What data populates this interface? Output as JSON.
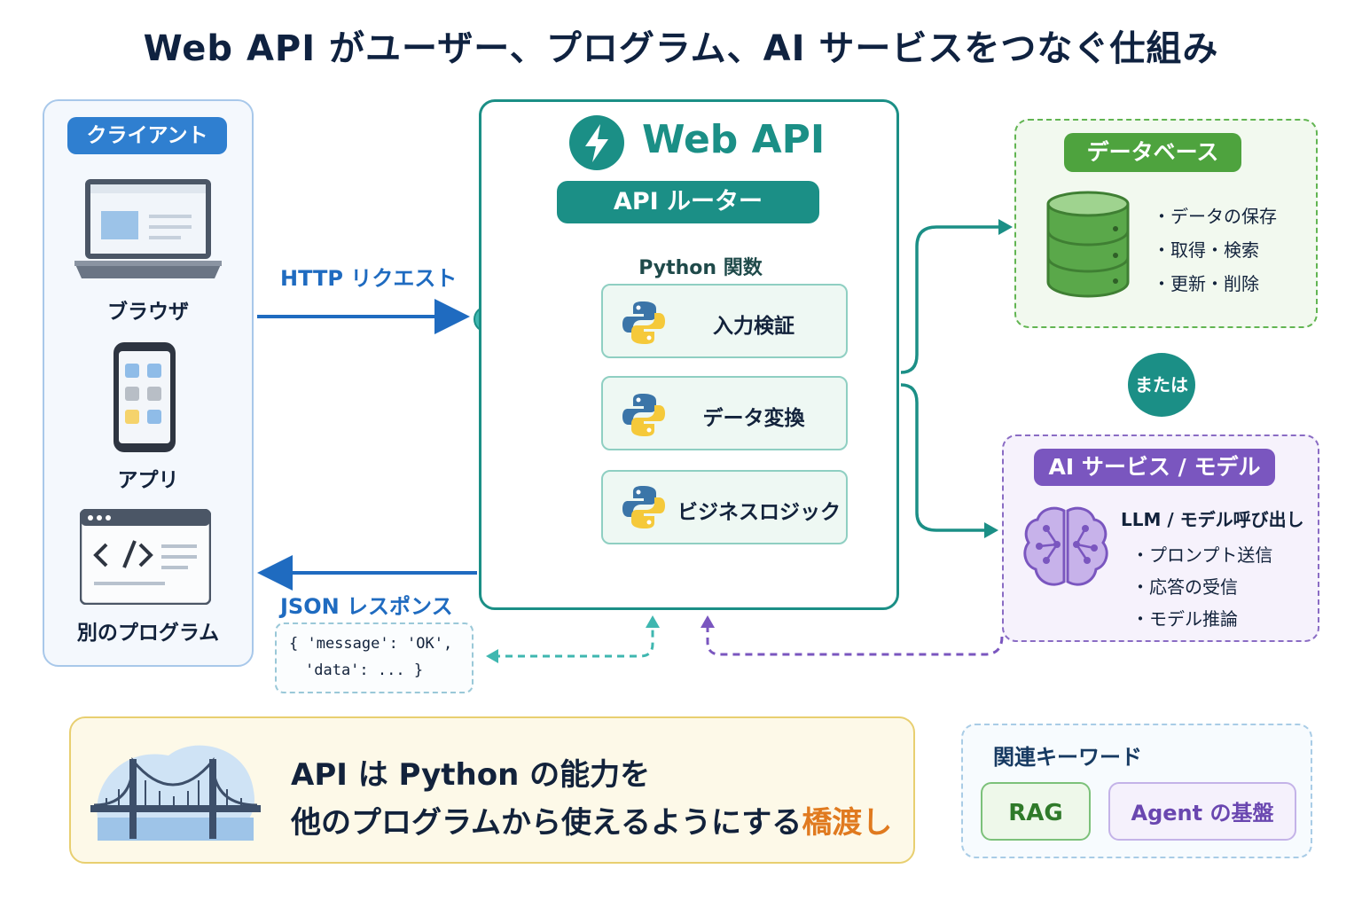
{
  "title": "Web API がユーザー、プログラム、AI サービスをつなぐ仕組み",
  "client": {
    "title": "クライアント",
    "devices": [
      "ブラウザ",
      "アプリ",
      "別のプログラム"
    ]
  },
  "api": {
    "title": "Web API",
    "router": "API ルーター",
    "python_label": "Python 関数",
    "functions": [
      "入力検証",
      "データ変換",
      "ビジネスロジック"
    ]
  },
  "flows": {
    "request": "HTTP リクエスト",
    "response": "JSON レスポンス",
    "json_line1": "{ 'message': 'OK',",
    "json_line2": "'data': ... }"
  },
  "database": {
    "title": "データベース",
    "items": [
      "・データの保存",
      "・取得・検索",
      "・更新・削除"
    ]
  },
  "or_label": "または",
  "ai_service": {
    "title": "AI サービス / モデル",
    "subtitle": "LLM / モデル呼び出し",
    "items": [
      "・プロンプト送信",
      "・応答の受信",
      "・モデル推論"
    ]
  },
  "bridge": {
    "line1": "API は Python の能力を",
    "line2": "他のプログラムから使えるようにする",
    "highlight": "橋渡し"
  },
  "keywords": {
    "title": "関連キーワード",
    "items": [
      "RAG",
      "Agent の基盤"
    ]
  },
  "colors": {
    "teal": "#1b8f86",
    "blue": "#1f6bc0",
    "green": "#4ea33e",
    "purple": "#7a56bf",
    "highlight": "#e07a1f"
  }
}
